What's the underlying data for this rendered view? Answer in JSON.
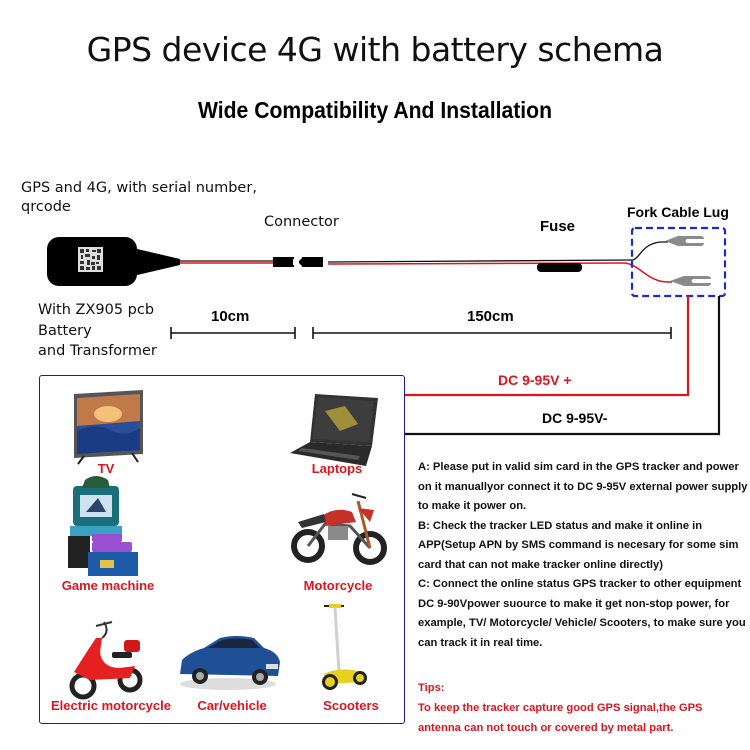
{
  "header": {
    "title": "GPS device 4G with battery schema",
    "subtitle": "Wide Compatibility And Installation"
  },
  "wiring": {
    "device_label_line1": "GPS and 4G, with serial number,",
    "device_label_line2": "qrcode",
    "device_spec_line1": "With ZX905 pcb",
    "device_spec_line2": "Battery",
    "device_spec_line3": "and Transformer",
    "connector_label": "Connector",
    "fuse_label": "Fuse",
    "fork_lug_label": "Fork Cable Lug",
    "dimension_1": "10cm",
    "dimension_2": "150cm",
    "positive_label": "DC 9-95V +",
    "negative_label": "DC 9-95V-",
    "colors": {
      "positive_wire": "#e0141e",
      "negative_wire": "#111111",
      "lug_box_border": "#1a2ad0",
      "product_box_border": "#1a1aa8"
    }
  },
  "compatibility": {
    "items": [
      {
        "label": "TV",
        "icon": "tv-icon"
      },
      {
        "label": "Laptops",
        "icon": "laptop-icon"
      },
      {
        "label": "Game machine",
        "icon": "arcade-machine-icon"
      },
      {
        "label": "Motorcycle",
        "icon": "motorcycle-icon"
      },
      {
        "label": "Electric motorcycle",
        "icon": "electric-scooter-icon"
      },
      {
        "label": "Car/vehicle",
        "icon": "car-icon"
      },
      {
        "label": "Scooters",
        "icon": "self-balancing-scooter-icon"
      }
    ]
  },
  "instructions": {
    "step_a": "A: Please put in valid sim card in the GPS tracker and power on it manuallyor connect it to DC 9-95V external power supply to make it power on.",
    "step_b": "B: Check the tracker LED status and make it online in APP(Setup APN by SMS command is necesary for some sim card that can not make tracker online directly)",
    "step_c": "C: Connect the online status GPS tracker to other equipment DC 9-90Vpower suource to make it get non-stop power, for example, TV/ Motorcycle/ Vehicle/ Scooters, to make sure you can track it in real time."
  },
  "tips": {
    "heading": "Tips:",
    "text": "To keep the tracker capture good GPS signal,the GPS antenna can not touch or covered by metal part."
  }
}
